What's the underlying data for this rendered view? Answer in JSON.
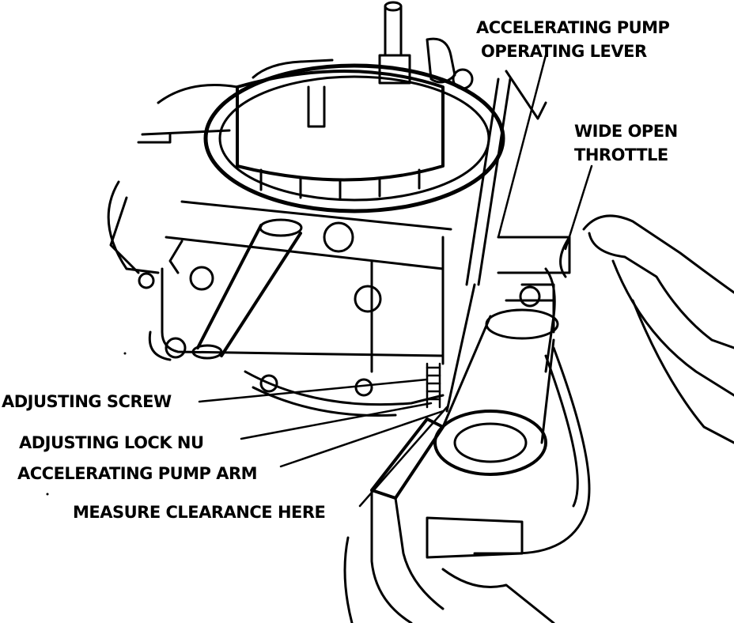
{
  "diagram": {
    "labels": {
      "accelerating_pump_operating_lever_line1": "ACCELERATING PUMP",
      "accelerating_pump_operating_lever_line2": "OPERATING LEVER",
      "wide_open_throttle_line1": "WIDE OPEN",
      "wide_open_throttle_line2": "THROTTLE",
      "adjusting_screw": "ADJUSTING SCREW",
      "adjusting_lock_nut": "ADJUSTING LOCK NU",
      "accelerating_pump_arm": "ACCELERATING PUMP ARM",
      "measure_clearance_here": "MEASURE CLEARANCE HERE"
    },
    "colors": {
      "ink": "#000000",
      "paper": "#ffffff"
    }
  }
}
